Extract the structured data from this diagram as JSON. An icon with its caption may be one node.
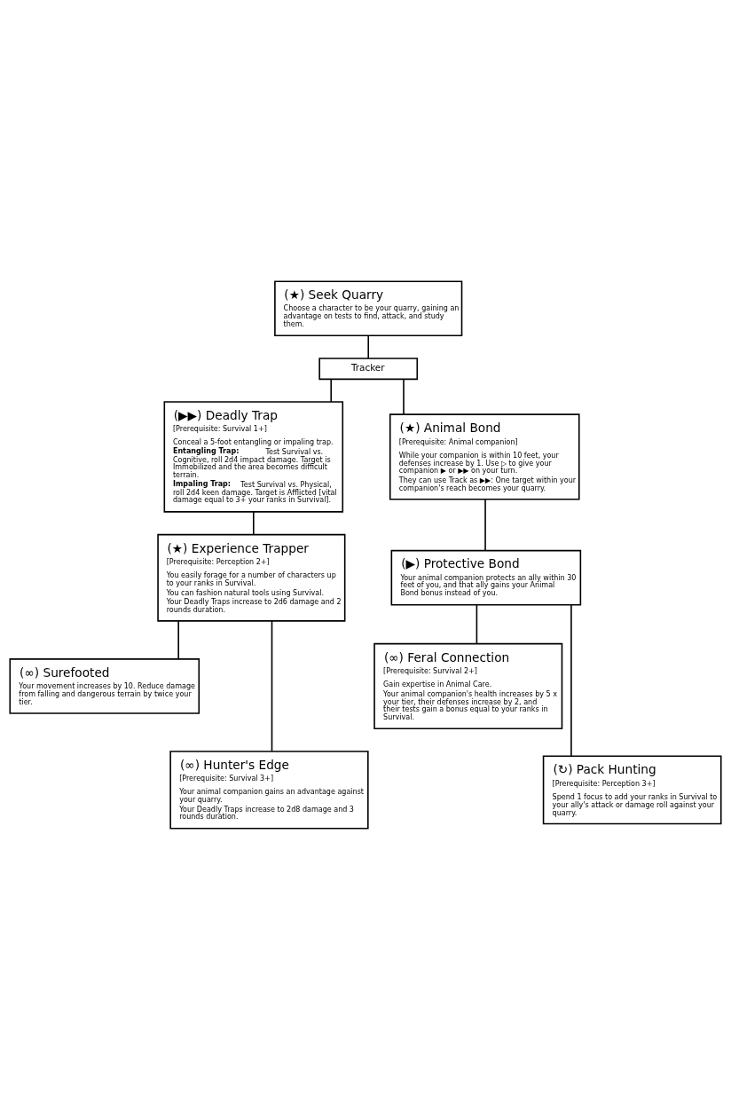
{
  "diagram": {
    "nodes": [
      {
        "text": [
          "(★) Seek Quarry",
          "Choose a character to be your quarry, gaining an advantage on tests to find, attack, and study them."
        ]
      },
      {
        "text": [
          "Tracker"
        ]
      },
      {
        "text": [
          "(▶▶) Deadly Trap",
          "[Prerequisite: Survival 1+]",
          "Conceal a 5-foot entangling or impaling trap.",
          "**Entangling Trap:** Test Survival vs. Cognitive, roll 2d4 impact damage. Target is Immobilized and the area becomes difficult terrain.",
          "**Impaling Trap:** Test Survival vs. Physical, roll 2d4 keen damage. Target is Afflicted [vital damage equal to 3+ your ranks in Survival]."
        ]
      },
      {
        "text": [
          "(★) Animal Bond",
          "[Prerequisite: Animal companion]",
          "While your companion is within 10 feet, your defenses increase by 1. Use ▷ to give your companion ▶ or ▶▶ on your turn.",
          "They can use Track as ▶▶: One target within your companion's reach becomes your quarry."
        ]
      },
      {
        "text": [
          "(★) Experience Trapper",
          "[Prerequisite: Perception 2+]",
          "You easily forage for a number of characters up to your ranks in Survival.",
          "You can fashion natural tools using Survival.",
          "Your Deadly Traps increase to 2d6 damage and 2 rounds duration."
        ]
      },
      {
        "text": [
          "(▶) Protective Bond",
          "Your animal companion protects an ally within 30 feet of you, and that ally gains your Animal Bond bonus instead of you."
        ]
      },
      {
        "text": [
          "(∞) Surefooted",
          "Your movement increases by 10. Reduce damage from falling and dangerous terrain by twice your tier."
        ]
      },
      {
        "text": [
          "(∞) Feral Connection",
          "[Prerequisite: Survival 2+]",
          "Gain expertise in Animal Care.",
          "Your animal companion's health increases by 5 x your tier, their defenses increase by 2, and their tests gain a bonus equal to your ranks in Survival."
        ]
      },
      {
        "text": [
          "(∞) Hunter's Edge",
          "[Prerequisite: Survival 3+]",
          "Your animal companion gains an advantage against your quarry.",
          "Your Deadly Traps increase to 2d8 damage and 3 rounds duration."
        ]
      },
      {
        "text": [
          "(↻) Pack Hunting",
          "[Prerequisite: Perception 3+]",
          "Spend 1 focus to add your ranks in Survival to your ally's attack or damage roll against your quarry."
        ]
      }
    ],
    "edges": [
      {
        "from": 0,
        "to": 1,
        "arrow": "none"
      },
      {
        "from": 1,
        "to": 2,
        "arrow": "none"
      },
      {
        "from": 1,
        "to": 3,
        "arrow": "none"
      },
      {
        "from": 2,
        "to": 4,
        "arrow": "none"
      },
      {
        "from": 3,
        "to": 5,
        "arrow": "none"
      },
      {
        "from": 4,
        "to": 6,
        "arrow": "none"
      },
      {
        "from": 4,
        "to": 8,
        "arrow": "none"
      },
      {
        "from": 5,
        "to": 7,
        "arrow": "none"
      },
      {
        "from": 5,
        "to": 9,
        "arrow": "none"
      }
    ]
  }
}
